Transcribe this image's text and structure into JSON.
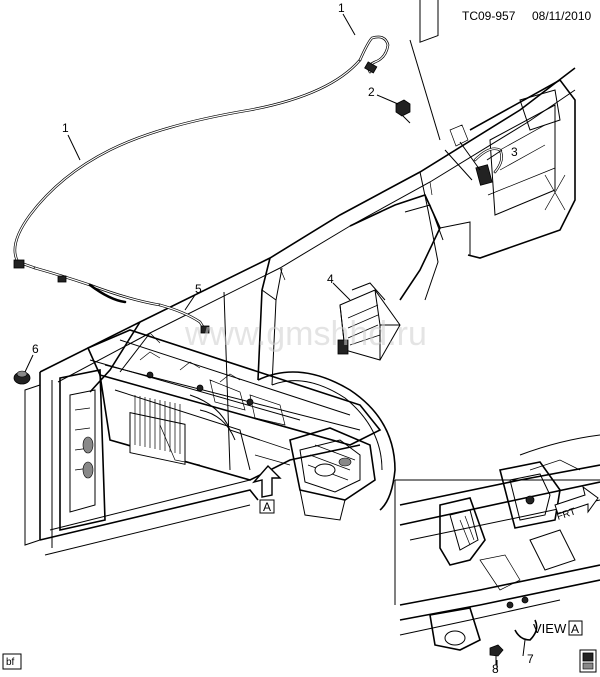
{
  "header": {
    "code": "TC09-957",
    "date": "08/11/2010"
  },
  "watermark": "www.gmshhd.ru",
  "callouts": [
    {
      "id": "c1a",
      "text": "1"
    },
    {
      "id": "c1b",
      "text": "1"
    },
    {
      "id": "c2",
      "text": "2"
    },
    {
      "id": "c3",
      "text": "3"
    },
    {
      "id": "c4",
      "text": "4"
    },
    {
      "id": "c5",
      "text": "5"
    },
    {
      "id": "c6",
      "text": "6"
    },
    {
      "id": "c7",
      "text": "7"
    },
    {
      "id": "c8",
      "text": "8"
    }
  ],
  "view_marker": {
    "letter": "A"
  },
  "view_label": {
    "text": "VIEW",
    "letter": "A"
  },
  "front_arrow": {
    "text": "FRT"
  },
  "footer": {
    "tag": "bf"
  }
}
